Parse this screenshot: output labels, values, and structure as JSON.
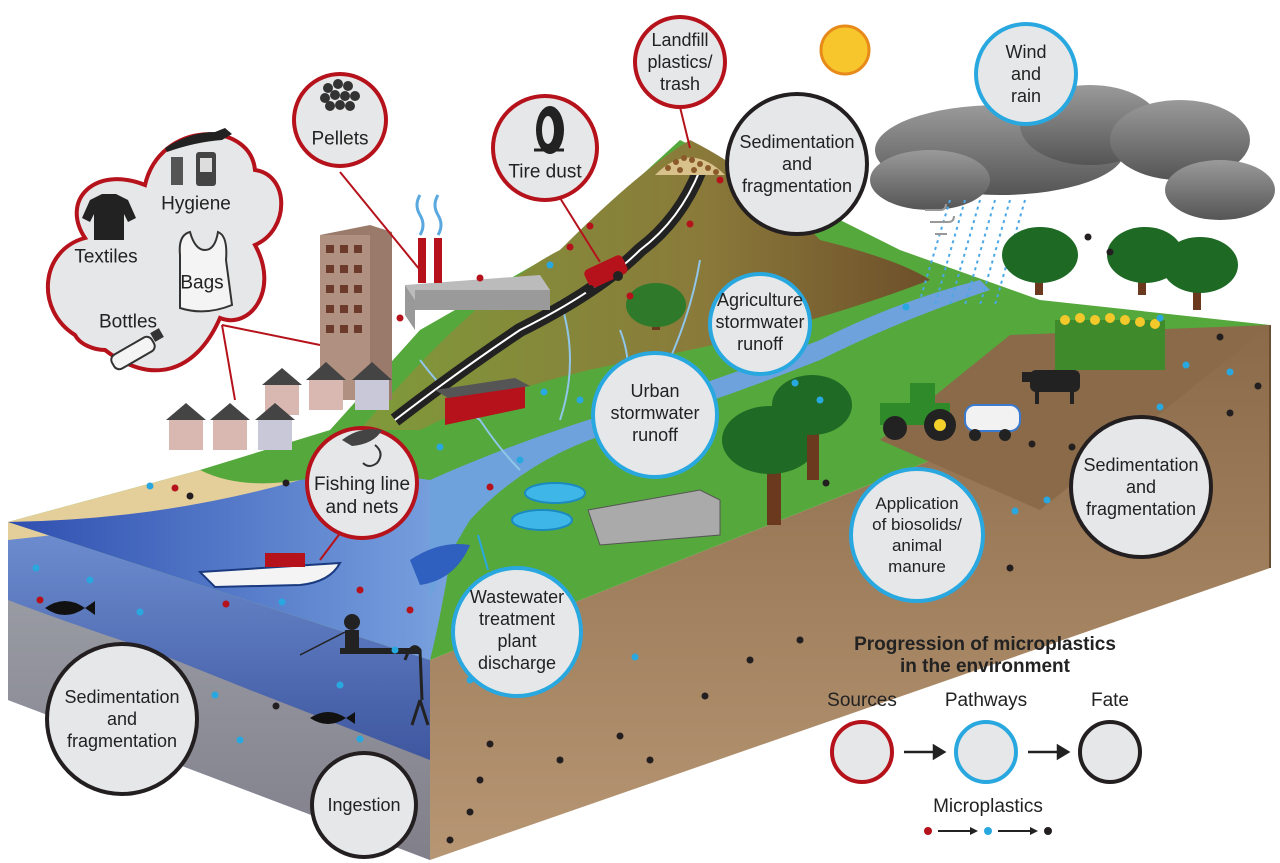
{
  "colors": {
    "source": "#b5121b",
    "pathway": "#29a8e0",
    "fate": "#231f20",
    "water": "#3f6fc6",
    "grass": "#4fa83a",
    "soil": "#a27a52"
  },
  "sources": {
    "product_cluster": {
      "hygiene": "Hygiene",
      "textiles": "Textiles",
      "bags": "Bags",
      "bottles": "Bottles"
    },
    "pellets": "Pellets",
    "tire_dust": "Tire dust",
    "landfill": "Landfill\nplastics/\ntrash",
    "fishing": "Fishing line\nand nets"
  },
  "pathways": {
    "wind_rain": "Wind\nand\nrain",
    "agriculture": "Agriculture\nstormwater\nrunoff",
    "urban": "Urban\nstormwater\nrunoff",
    "wastewater": "Wastewater\ntreatment\nplant\ndischarge",
    "biosolids": "Application\nof biosolids/\nanimal\nmanure"
  },
  "fates": {
    "sed_top": "Sedimentation\nand\nfragmentation",
    "sed_right": "Sedimentation\nand\nfragmentation",
    "sed_left": "Sedimentation\nand\nfragmentation",
    "ingestion": "Ingestion"
  },
  "legend": {
    "title": "Progression of microplastics\nin the environment",
    "sources": "Sources",
    "pathways": "Pathways",
    "fate": "Fate",
    "microplastics": "Microplastics"
  },
  "icons": [
    "sun-icon",
    "cloud-icon",
    "rain-icon",
    "wind-icon",
    "factory-icon",
    "apartment-building-icon",
    "house-icon",
    "road-icon",
    "car-icon",
    "landfill-icon",
    "tree-icon",
    "corn-crop-icon",
    "tractor-icon",
    "cow-icon",
    "boat-icon",
    "fisherman-icon",
    "heron-icon",
    "fish-icon",
    "treatment-tank-icon",
    "shirt-icon",
    "bottle-icon",
    "bag-icon",
    "toothbrush-icon",
    "tire-icon",
    "pellets-icon",
    "net-icon"
  ]
}
